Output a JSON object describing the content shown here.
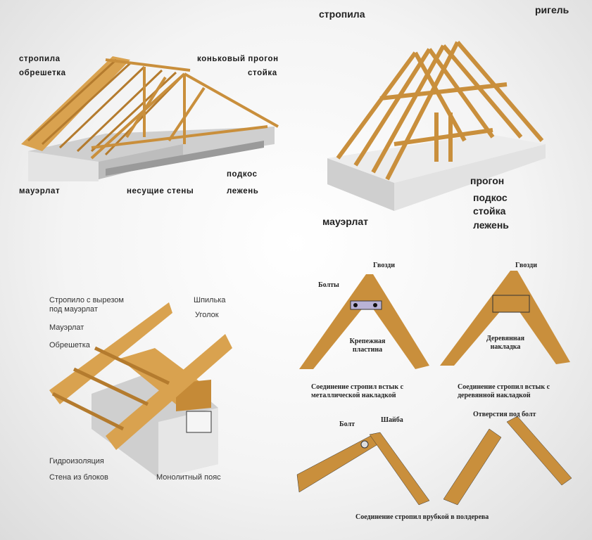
{
  "top_left": {
    "rafters": "стропила",
    "lathing": "обрешетка",
    "ridge_purlin": "коньковый прогон",
    "post": "стойка",
    "strut": "подкос",
    "sill": "лежень",
    "mauerlat": "мауэрлат",
    "bearing_walls": "несущие стены"
  },
  "top_right": {
    "rafters": "стропила",
    "collar_beam": "ригель",
    "purlin": "прогон",
    "strut": "подкос",
    "post": "стойка",
    "sill": "лежень",
    "mauerlat": "мауэрлат"
  },
  "bottom_left": {
    "rafter_cut_line1": "Стропило с вырезом",
    "rafter_cut_line2": "под мауэрлат",
    "stud": "Шпилька",
    "angle": "Уголок",
    "mauerlat": "Мауэрлат",
    "lathing": "Обрешетка",
    "waterproofing": "Гидроизоляция",
    "block_wall": "Стена из блоков",
    "monolithic_belt": "Монолитный пояс"
  },
  "bottom_right": {
    "joint1": {
      "nails": "Гвозди",
      "bolts": "Болты",
      "plate_line1": "Крепежная",
      "plate_line2": "пластина",
      "caption_line1": "Соединение стропил  встык с",
      "caption_line2": "металлической накладкой"
    },
    "joint2": {
      "nails": "Гвозди",
      "pad_line1": "Деревянная",
      "pad_line2": "накладка",
      "caption_line1": "Соединение стропил  встык с",
      "caption_line2": "деревянной накладкой"
    },
    "joint3": {
      "bolt": "Болт",
      "washer": "Шайба",
      "bolt_holes": "Отверстия под болт",
      "caption": "Соединение стропил  врубкой в полдерева"
    }
  },
  "colors": {
    "wood": "#d09a45",
    "wood_dark": "#a8732a",
    "concrete": "#d9d9d9"
  }
}
